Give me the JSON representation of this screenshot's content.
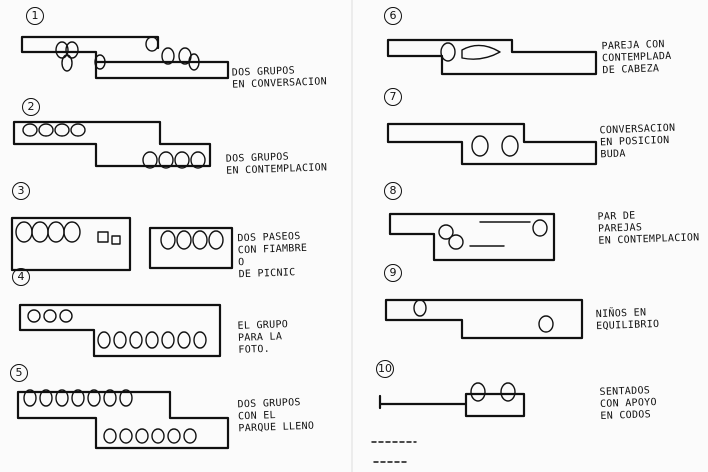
{
  "sketches": [
    {
      "number": "1",
      "caption": "DOS GRUPOS\nEN CONVERSACION"
    },
    {
      "number": "2",
      "caption": "DOS GRUPOS\nEN CONTEMPLACION"
    },
    {
      "number": "3",
      "caption": "DOS PASEOS\nCON FIAMBRE\nO\nDE PICNIC"
    },
    {
      "number": "4",
      "caption": "EL GRUPO\nPARA LA\nFOTO."
    },
    {
      "number": "5",
      "caption": "DOS GRUPOS\nCON EL\nPARQUE LLENO"
    },
    {
      "number": "6",
      "caption": "PAREJA CON\nCONTEMPLADA\nDE CABEZA"
    },
    {
      "number": "7",
      "caption": "CONVERSACION\nEN POSICION\nBUDA"
    },
    {
      "number": "8",
      "caption": "PAR DE\nPAREJAS\nEN CONTEMPLACION"
    },
    {
      "number": "9",
      "caption": "NIÑOS EN\nEQUILIBRIO"
    },
    {
      "number": "10",
      "caption": "SENTADOS\nCON APOYO\nEN CODOS"
    }
  ]
}
